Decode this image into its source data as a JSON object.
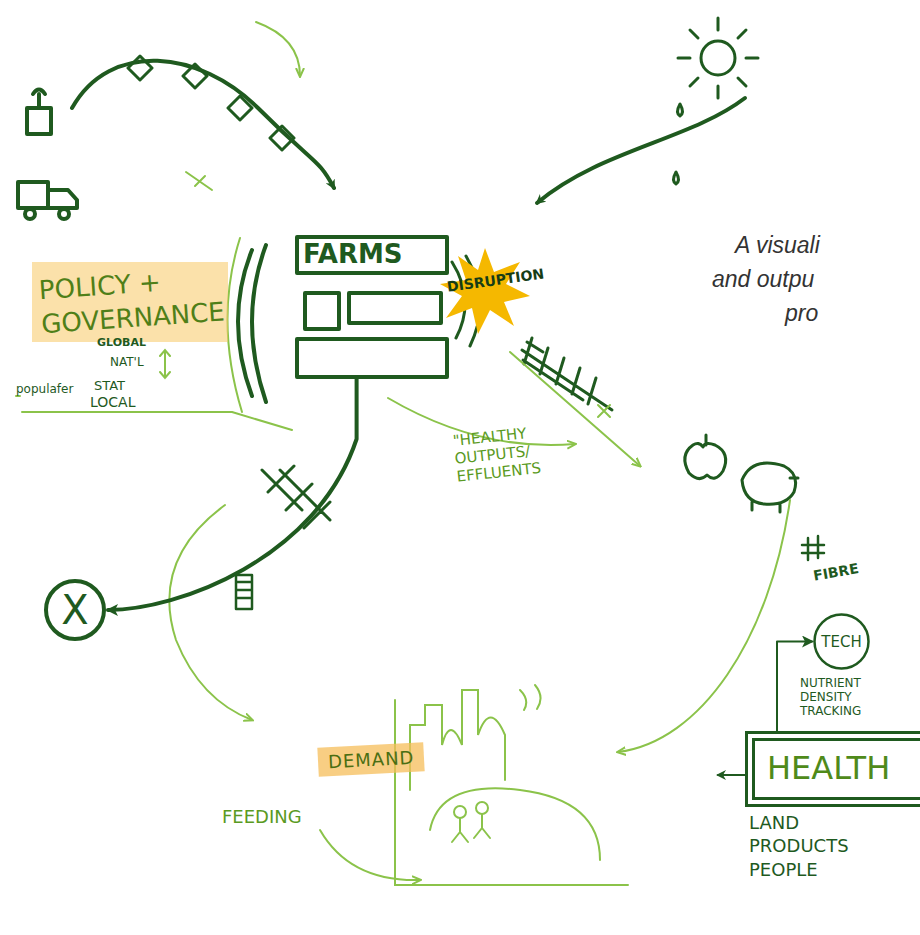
{
  "diagram": {
    "nodes": [
      {
        "text": [
          "FARMS"
        ]
      },
      {
        "text": [
          "POLICY + GOVERNANCE"
        ]
      },
      {
        "text": [
          "X"
        ]
      },
      {
        "text": [
          "DEMAND"
        ]
      },
      {
        "text": [
          "TECH"
        ]
      },
      {
        "text": [
          "HEALTH",
          "LAND PRODUCTS PEOPLE"
        ]
      }
    ],
    "edges": [
      {
        "from": 0,
        "to": 2,
        "arrow": "to"
      },
      {
        "from": 5,
        "to": 4,
        "arrow": "to"
      }
    ],
    "labels": [
      "A visuali",
      "and outpu",
      "pro",
      "DISRUPTION",
      "GLOBAL",
      "NAT'L",
      "STAT",
      "LOCAL",
      "populafer",
      "\"HEALTHY OUTPUTS/ EFFLUENTS",
      "FEEDING",
      "FIBRE",
      "NUTRIENT DENSITY TRACKING"
    ]
  }
}
